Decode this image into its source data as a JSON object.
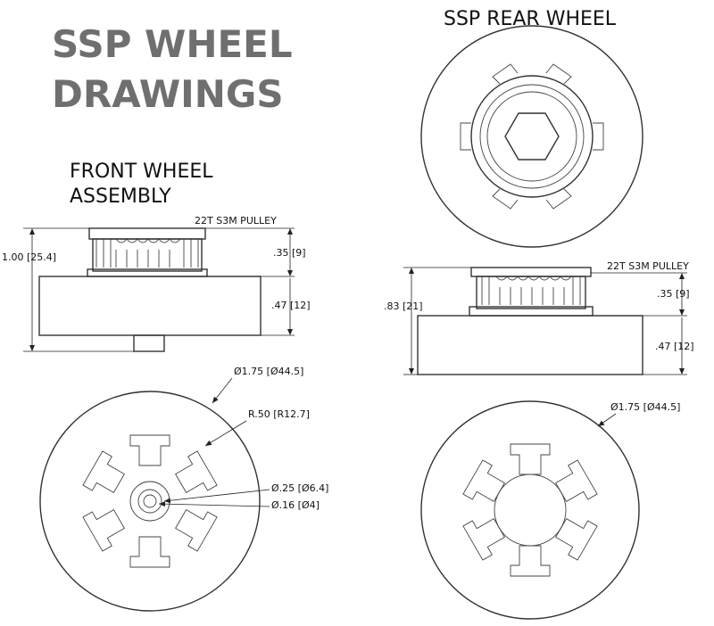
{
  "title": {
    "line1": "SSP WHEEL",
    "line2": "DRAWINGS"
  },
  "front": {
    "heading_line1": "FRONT WHEEL",
    "heading_line2": "ASSEMBLY",
    "pulley_label": "22T S3M PULLEY",
    "dim_total_height": "1.00 [25.4]",
    "dim_pulley_height": ".35 [9]",
    "dim_wheel_height": ".47 [12]",
    "dim_diameter": "Ø1.75 [Ø44.5]",
    "dim_radius": "R.50 [R12.7]",
    "dim_hub_outer": "Ø.25 [Ø6.4]",
    "dim_hub_inner": "Ø.16 [Ø4]"
  },
  "rear": {
    "heading": "SSP REAR WHEEL",
    "pulley_label": "22T S3M PULLEY",
    "dim_total_height": ".83 [21]",
    "dim_pulley_height": ".35 [9]",
    "dim_wheel_height": ".47 [12]",
    "dim_diameter": "Ø1.75 [Ø44.5]"
  }
}
